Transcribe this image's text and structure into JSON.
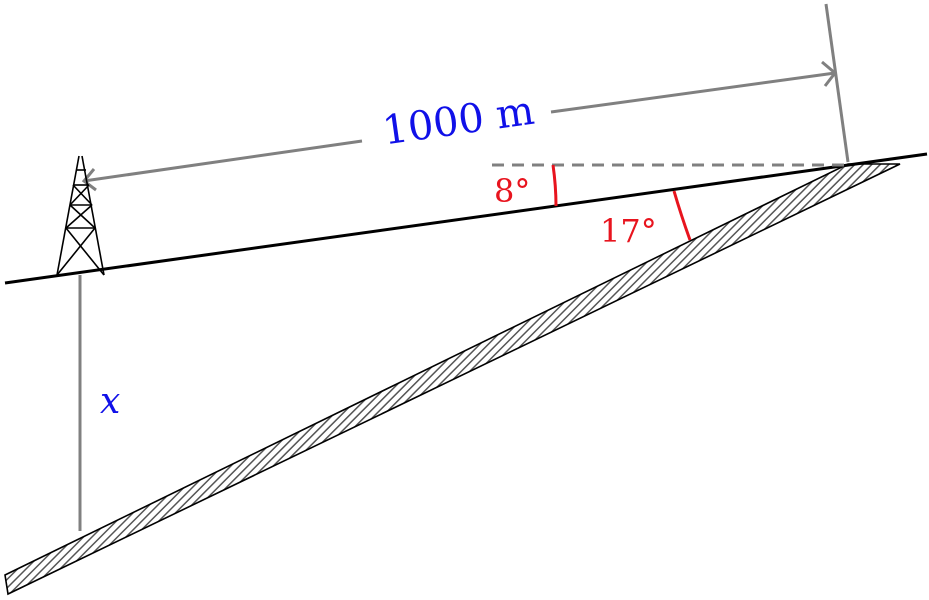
{
  "diagram": {
    "distance_label": "1000 m",
    "angle_small_label": "8°",
    "angle_large_label": "17°",
    "height_label": "x"
  },
  "colors": {
    "dimension_line": "#808080",
    "ground_line": "#000000",
    "angle_marks": "#e8141e",
    "labels_blue": "#1010e8"
  }
}
